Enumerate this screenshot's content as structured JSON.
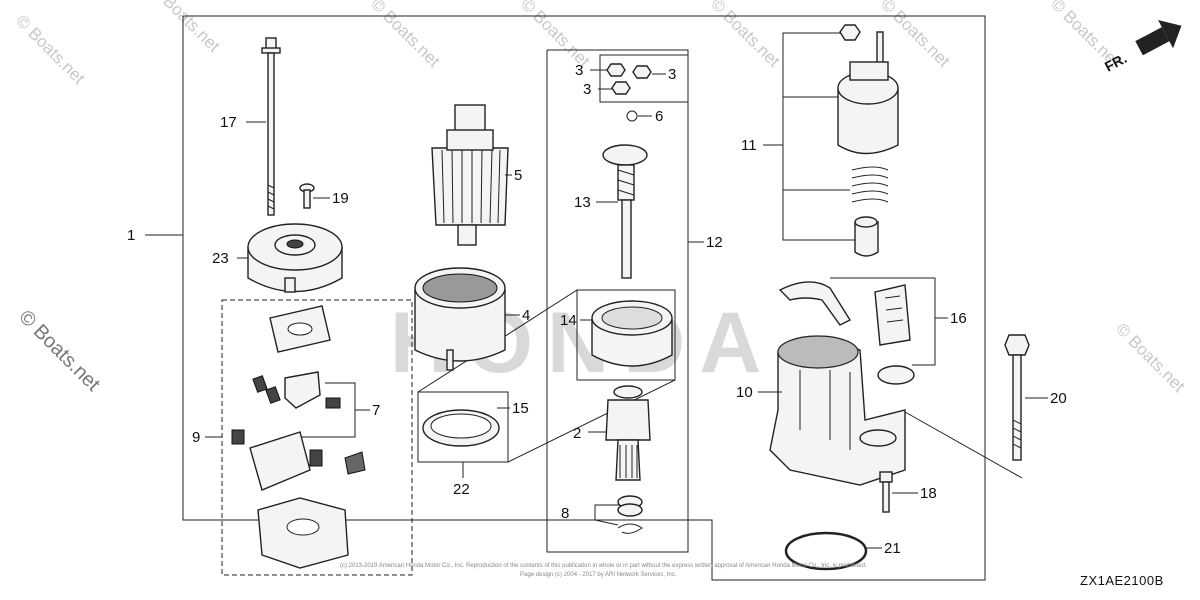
{
  "diagram_code": "ZX1AE2100B",
  "watermark": "© Boats.net",
  "watermark_large": "HONDA",
  "copyright_line1": "(c) 2013-2019 American Honda Motor Co., Inc. Reproduction of the contents of this publication in whole or in part without the express written approval of American Honda Motor Co., Inc. is prohibited.",
  "copyright_line2": "Page design (c) 2004 - 2017 by ARI Network Services, Inc.",
  "direction_label": "FR.",
  "callouts": [
    {
      "id": "c1",
      "text": "1"
    },
    {
      "id": "c2",
      "text": "2"
    },
    {
      "id": "c3a",
      "text": "3"
    },
    {
      "id": "c3b",
      "text": "3"
    },
    {
      "id": "c3c",
      "text": "3"
    },
    {
      "id": "c4",
      "text": "4"
    },
    {
      "id": "c5",
      "text": "5"
    },
    {
      "id": "c6",
      "text": "6"
    },
    {
      "id": "c7",
      "text": "7"
    },
    {
      "id": "c8",
      "text": "8"
    },
    {
      "id": "c9",
      "text": "9"
    },
    {
      "id": "c10",
      "text": "10"
    },
    {
      "id": "c11",
      "text": "11"
    },
    {
      "id": "c12",
      "text": "12"
    },
    {
      "id": "c13",
      "text": "13"
    },
    {
      "id": "c14",
      "text": "14"
    },
    {
      "id": "c15",
      "text": "15"
    },
    {
      "id": "c16",
      "text": "16"
    },
    {
      "id": "c17",
      "text": "17"
    },
    {
      "id": "c18",
      "text": "18"
    },
    {
      "id": "c19",
      "text": "19"
    },
    {
      "id": "c20",
      "text": "20"
    },
    {
      "id": "c21",
      "text": "21"
    },
    {
      "id": "c22",
      "text": "22"
    },
    {
      "id": "c23",
      "text": "23"
    }
  ]
}
